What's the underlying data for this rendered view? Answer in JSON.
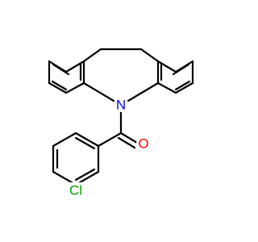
{
  "molecule": {
    "colors": {
      "bond": "#000000",
      "nitrogen": "#0000ff",
      "oxygen": "#ff0000",
      "chlorine": "#00a000",
      "background": "#ffffff"
    },
    "atoms": [
      {
        "id": "N",
        "label": "N",
        "element": "nitrogen"
      },
      {
        "id": "O",
        "label": "O",
        "element": "oxygen"
      },
      {
        "id": "Cl",
        "label": "Cl",
        "element": "chlorine"
      }
    ]
  }
}
